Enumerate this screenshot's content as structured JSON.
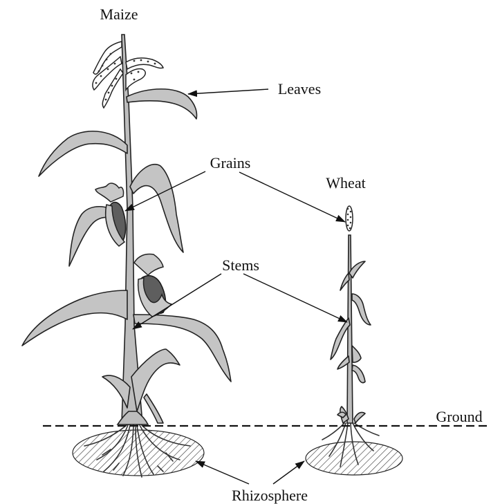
{
  "labels": {
    "maize": "Maize",
    "wheat": "Wheat",
    "leaves": "Leaves",
    "grains": "Grains",
    "stems": "Stems",
    "ground": "Ground",
    "rhizosphere": "Rhizosphere"
  },
  "colors": {
    "plant_fill": "#c4c4c4",
    "grain_fill": "#5e5e5e",
    "outline": "#222222",
    "background": "#ffffff"
  }
}
